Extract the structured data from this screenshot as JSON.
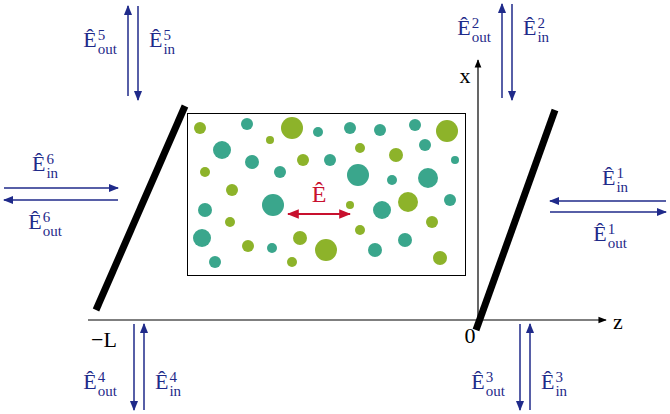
{
  "diagram": {
    "nodes": [
      {
        "text": [
          "Ê"
        ]
      }
    ],
    "labels": [
      "Ê5out",
      "Ê5in",
      "Ê2out",
      "Ê2in",
      "x",
      "Ê6in",
      "Ê6out",
      "Ê1in",
      "Ê1out",
      "z",
      "−L",
      "0",
      "Ê4out",
      "Ê4in",
      "Ê3out",
      "Ê3in"
    ]
  }
}
